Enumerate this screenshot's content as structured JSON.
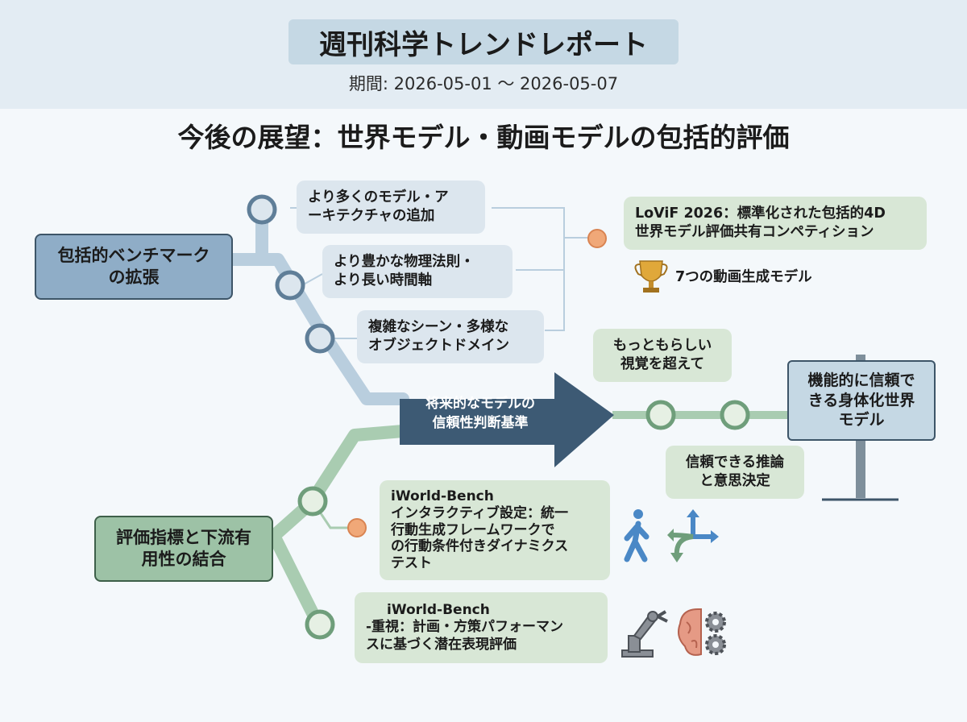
{
  "header": {
    "title": "週刊科学トレンドレポート",
    "period": "期間: 2026-05-01 〜 2026-05-07"
  },
  "heading": "今後の展望：世界モデル・動画モデルの包括的評価",
  "branch_top": {
    "root": [
      "包括的ベンチマーク",
      "の拡張"
    ],
    "items": [
      [
        "より多くのモデル・ア",
        "ーキテクチャの追加"
      ],
      [
        "より豊かな物理法則・",
        "より長い時間軸"
      ],
      [
        "複雑なシーン・多様な",
        "オブジェクトドメイン"
      ]
    ],
    "competition": [
      "LoViF 2026：標準化された包括的4D",
      "世界モデル評価共有コンペティション"
    ],
    "trophy_caption": "7つの動画生成モデル"
  },
  "center_arrow": [
    "将来的なモデルの",
    "信頼性判断基準"
  ],
  "path": {
    "beyond_visual": [
      "もっともらしい",
      "視覚を超えて"
    ],
    "reasoning": [
      "信頼できる推論",
      "と意思決定"
    ],
    "goal": [
      "機能的に信頼で",
      "きる身体化世界",
      "モデル"
    ]
  },
  "branch_bottom": {
    "root": [
      "評価指標と下流有",
      "用性の結合"
    ],
    "items": [
      [
        "iWorld-Bench",
        "インタラクティブ設定：統一",
        "行動生成フレームワークで",
        "の行動条件付きダイナミクス",
        "テスト"
      ],
      [
        "iWorld-Bench",
        "-重視：計画・方策パフォーマン",
        "スに基づく潜在表現評価"
      ]
    ]
  },
  "colors": {
    "blue_track": "#b9cede",
    "green_track": "#a9ccb1",
    "node_blue": "#5f7e98",
    "node_green": "#6f9e7b",
    "orange_dot": "#f0a878",
    "arrow": "#3d5a74"
  },
  "icons": [
    "trophy-icon",
    "walking-person-icon",
    "direction-arrows-icon",
    "medal-icon",
    "gear-icon",
    "robot-arm-icon",
    "brain-gears-icon"
  ]
}
